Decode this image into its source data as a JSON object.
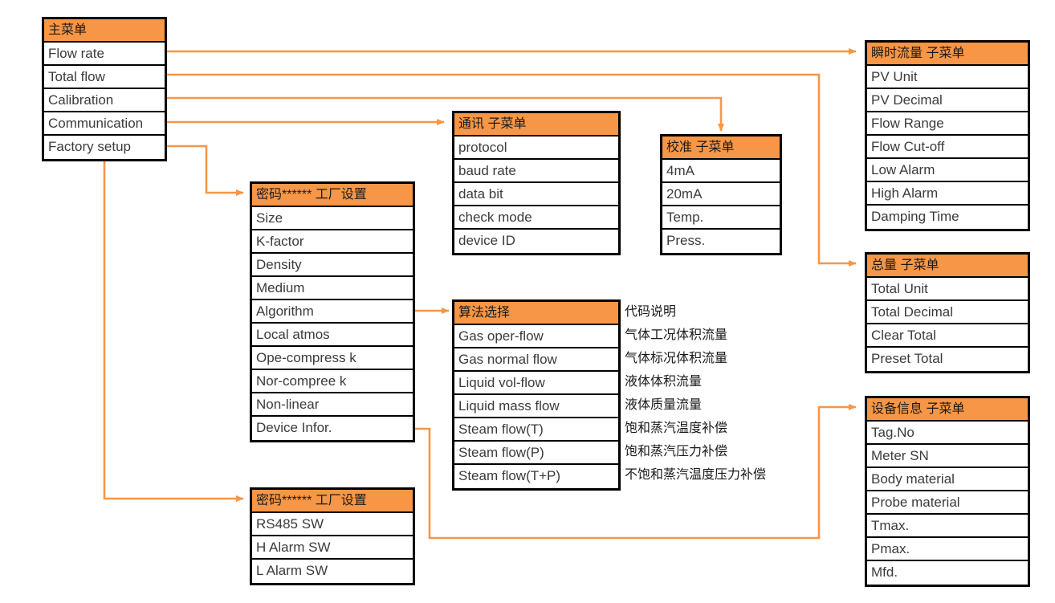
{
  "diagram": {
    "title": "Flow meter menu tree",
    "accent_color": "#F79646",
    "border_color": "#000000",
    "text_color": "#3b3b3b",
    "connector_color": "#F79646"
  },
  "boxes": {
    "main_menu": {
      "header": "主菜单",
      "rows": [
        "Flow rate",
        "Total flow",
        "Calibration",
        "Communication",
        "Factory setup"
      ]
    },
    "flow_rate_sub": {
      "header": "瞬时流量 子菜单",
      "rows": [
        "PV Unit",
        "PV Decimal",
        "Flow Range",
        "Flow Cut-off",
        "Low Alarm",
        "High Alarm",
        "Damping Time"
      ]
    },
    "total_flow_sub": {
      "header": "总量 子菜单",
      "rows": [
        "Total Unit",
        "Total Decimal",
        "Clear Total",
        "Preset Total"
      ]
    },
    "device_info_sub": {
      "header": "设备信息 子菜单",
      "rows": [
        "Tag.No",
        "Meter SN",
        "Body material",
        "Probe material",
        "Tmax.",
        "Pmax.",
        "Mfd."
      ]
    },
    "communication_sub": {
      "header": "通讯 子菜单",
      "rows": [
        "protocol",
        "baud rate",
        "data bit",
        "check mode",
        "device ID"
      ]
    },
    "calibration_sub": {
      "header": "校准 子菜单",
      "rows": [
        "4mA",
        "20mA",
        "Temp.",
        "Press."
      ]
    },
    "factory_setup_main": {
      "header": "密码****** 工厂设置",
      "rows": [
        "Size",
        "K-factor",
        "Density",
        "Medium",
        "Algorithm",
        "Local atmos",
        "Ope-compress k",
        "Nor-compree k",
        "Non-linear",
        "Device Infor."
      ]
    },
    "factory_setup_sw": {
      "header": "密码****** 工厂设置",
      "rows": [
        "RS485 SW",
        "H Alarm SW",
        "L Alarm SW"
      ]
    },
    "algorithm_select": {
      "header": "算法选择",
      "rows": [
        "Gas oper-flow",
        "Gas normal flow",
        "Liquid vol-flow",
        "Liquid mass flow",
        "Steam flow(T)",
        "Steam flow(P)",
        "Steam flow(T+P)"
      ]
    }
  },
  "annotations": {
    "algorithm_notes": [
      "代码说明",
      "气体工况体积流量",
      "气体标况体积流量",
      "液体体积流量",
      "液体质量流量",
      "饱和蒸汽温度补偿",
      "饱和蒸汽压力补偿",
      "不饱和蒸汽温度压力补偿"
    ]
  }
}
